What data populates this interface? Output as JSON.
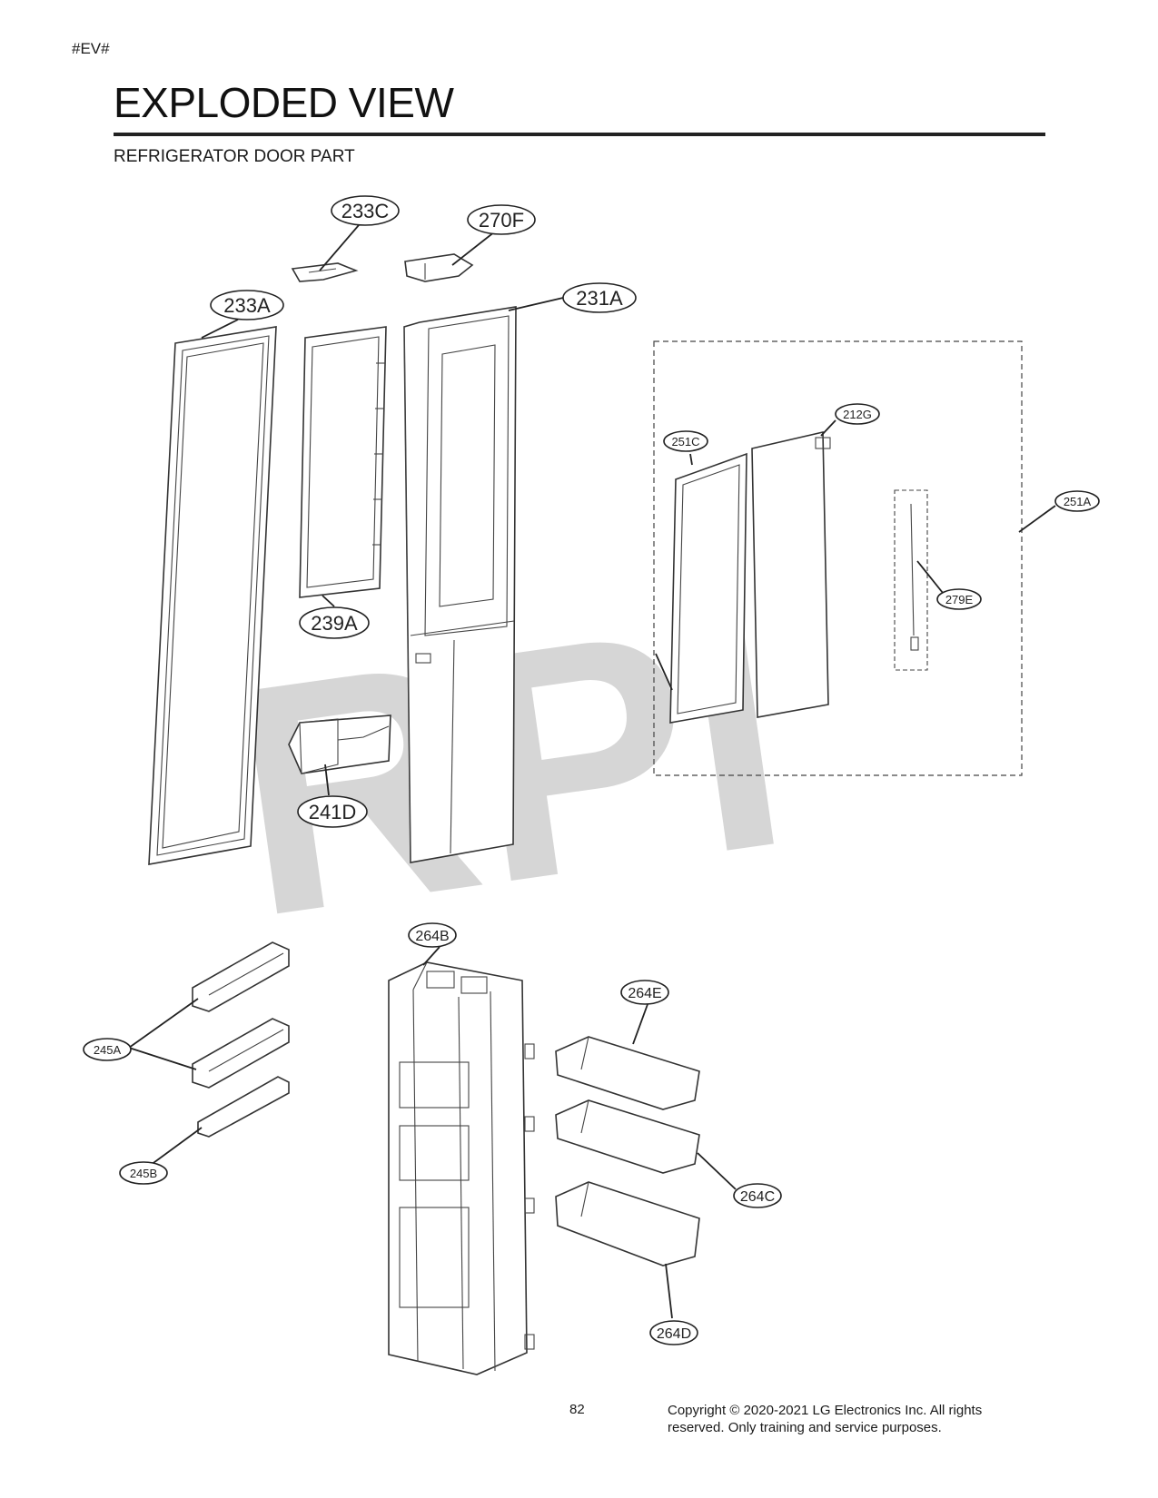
{
  "header": {
    "tag": "#EV#",
    "title": "EXPLODED VIEW",
    "subtitle": "REFRIGERATOR DOOR PART"
  },
  "watermark": "RPI",
  "callouts": {
    "p233C": "233C",
    "p270F": "270F",
    "p231A": "231A",
    "p233A": "233A",
    "p239A": "239A",
    "p241D": "241D",
    "p212G": "212G",
    "p251C": "251C",
    "p251A": "251A",
    "p279E": "279E",
    "p264B": "264B",
    "p264E": "264E",
    "p245A": "245A",
    "p245B": "245B",
    "p264C": "264C",
    "p264D": "264D"
  },
  "footer": {
    "page_number": "82",
    "copyright_line1": "Copyright © 2020-2021 LG Electronics Inc. All rights",
    "copyright_line2": "reserved. Only training and service purposes."
  }
}
